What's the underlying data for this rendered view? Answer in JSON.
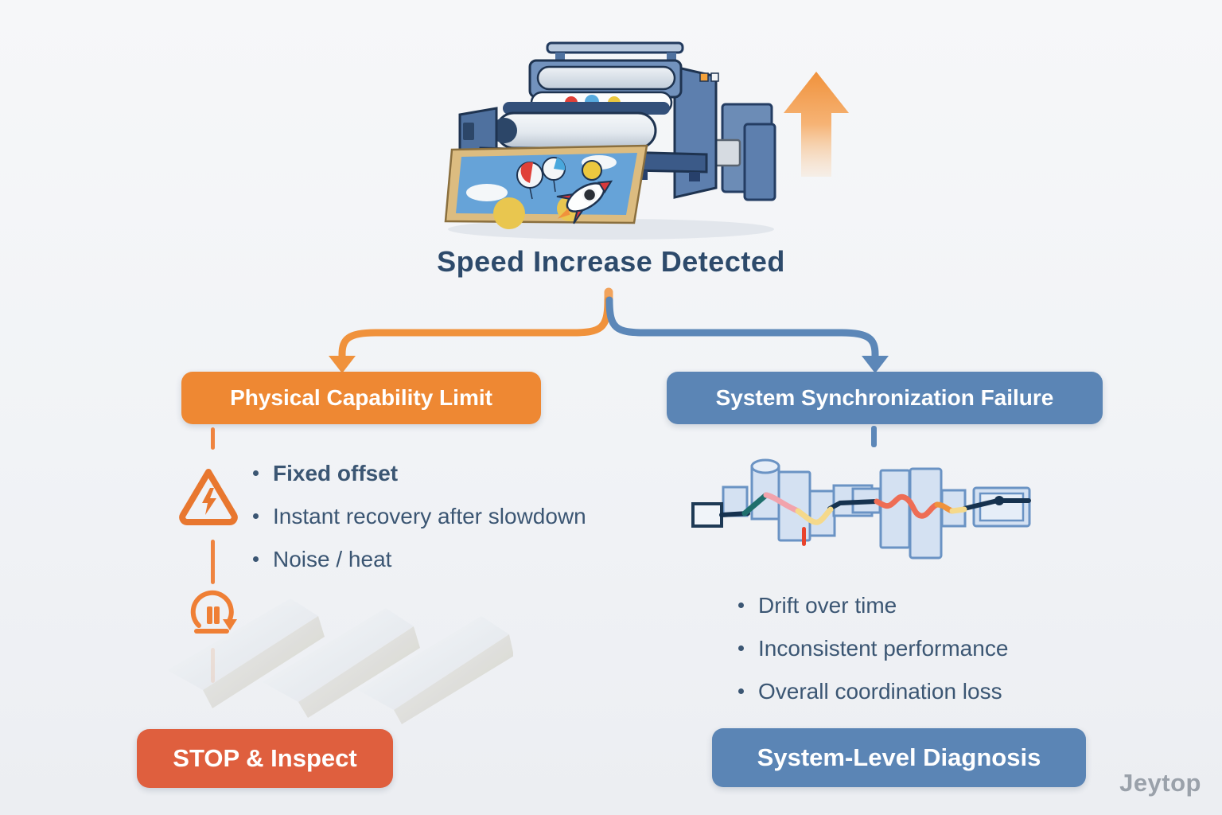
{
  "meta": {
    "watermark": "Jeytop",
    "background_color": "#f2f4f6",
    "title_color": "#2d4a6b",
    "bullet_text_color": "#3b5673"
  },
  "root": {
    "title": "Speed Increase Detected",
    "hero_illustration": "industrial-printer-printing-balloon-rocket-sheet",
    "hero_arrow_icon": "up-arrow",
    "arrow_color": "#f0923c"
  },
  "left_branch": {
    "header": "Physical Capability Limit",
    "header_color": "#ee8833",
    "bullets": [
      "Fixed offset",
      "Instant recovery after slowdown",
      "Noise / heat"
    ],
    "action": "STOP & Inspect",
    "action_color": "#df5f3e",
    "warning_icon": "warning-triangle-lightning",
    "gauge_icon": "roller-speed-gauge",
    "decor": "metal-blade-profiles",
    "branch_color": "#f0923c"
  },
  "right_branch": {
    "header": "System Synchronization Failure",
    "header_color": "#5b85b5",
    "bullets": [
      "Drift over time",
      "Inconsistent performance",
      "Overall coordination loss"
    ],
    "action": "System-Level Diagnosis",
    "action_color": "#5b85b5",
    "illustration": "machine-line-with-drifting-sync-signal",
    "signal_colors": [
      "#1f6f6d",
      "#f2a3ac",
      "#f5d98b",
      "#ee6d55",
      "#16324f"
    ],
    "branch_color": "#5c87b8"
  }
}
